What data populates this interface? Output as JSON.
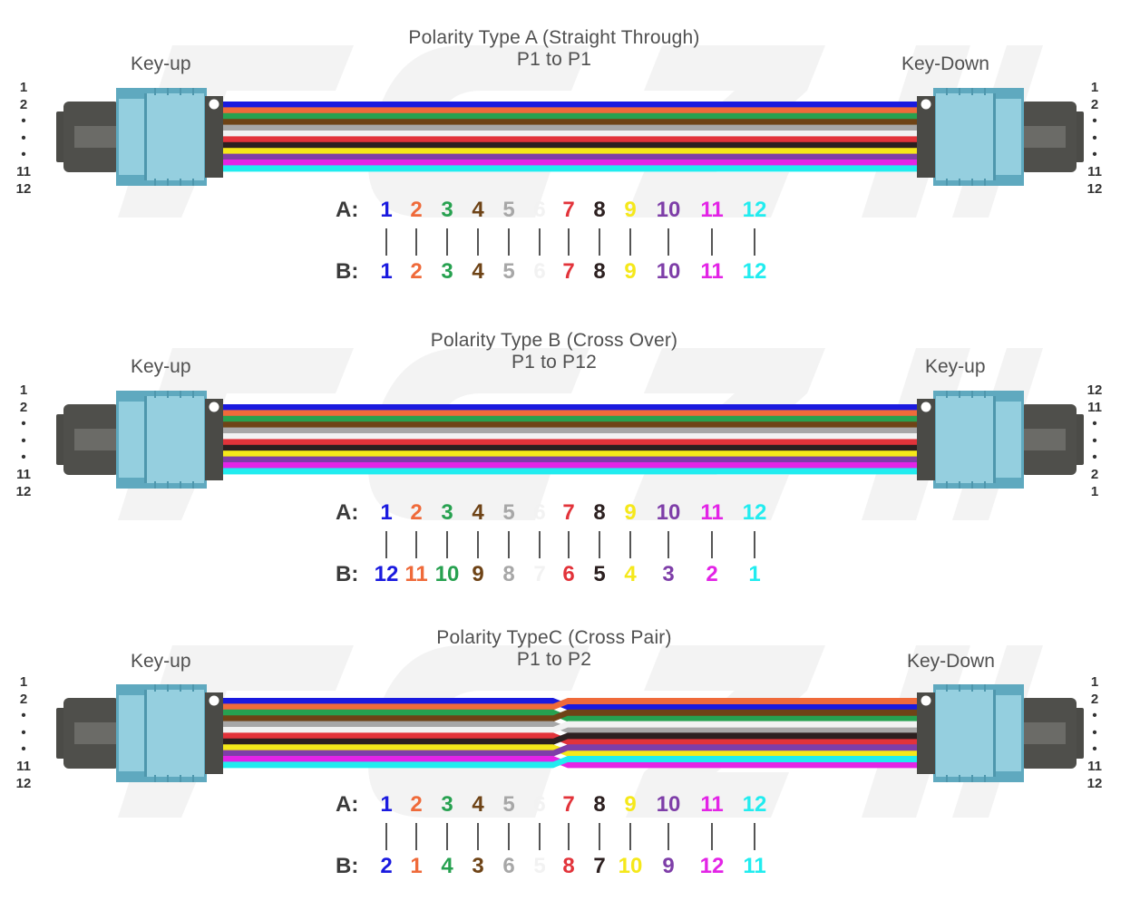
{
  "fiber_colors": [
    "#1a1adf",
    "#ef6a3a",
    "#27a150",
    "#6e4316",
    "#a7a7a7",
    "#f2f2f2",
    "#e2333a",
    "#2c2020",
    "#f5e81a",
    "#7e3ea8",
    "#e324e6",
    "#21ecef"
  ],
  "panels": [
    {
      "id": "type-a",
      "title_line1": "Polarity Type A  (Straight Through)",
      "title_line2": "P1 to P1",
      "left_key": "Key-up",
      "right_key": "Key-Down",
      "left_numbers": [
        "1",
        "2",
        "•",
        "•",
        "•",
        "11",
        "12"
      ],
      "right_numbers": [
        "1",
        "2",
        "•",
        "•",
        "•",
        "11",
        "12"
      ],
      "label_a": "A:",
      "label_b": "B:",
      "a_row": [
        "1",
        "2",
        "3",
        "4",
        "5",
        "6",
        "7",
        "8",
        "9",
        "10",
        "11",
        "12"
      ],
      "b_row": [
        "1",
        "2",
        "3",
        "4",
        "5",
        "6",
        "7",
        "8",
        "9",
        "10",
        "11",
        "12"
      ],
      "b_color_index": [
        0,
        1,
        2,
        3,
        4,
        5,
        6,
        7,
        8,
        9,
        10,
        11
      ],
      "right_fiber_order": [
        0,
        1,
        2,
        3,
        4,
        5,
        6,
        7,
        8,
        9,
        10,
        11
      ]
    },
    {
      "id": "type-b",
      "title_line1": "Polarity Type B  (Cross Over)",
      "title_line2": "P1 to P12",
      "left_key": "Key-up",
      "right_key": "Key-up",
      "left_numbers": [
        "1",
        "2",
        "•",
        "•",
        "•",
        "11",
        "12"
      ],
      "right_numbers": [
        "12",
        "11",
        "•",
        "•",
        "•",
        "2",
        "1"
      ],
      "label_a": "A:",
      "label_b": "B:",
      "a_row": [
        "1",
        "2",
        "3",
        "4",
        "5",
        "6",
        "7",
        "8",
        "9",
        "10",
        "11",
        "12"
      ],
      "b_row": [
        "12",
        "11",
        "10",
        "9",
        "8",
        "7",
        "6",
        "5",
        "4",
        "3",
        "2",
        "1"
      ],
      "b_color_index": [
        0,
        1,
        2,
        3,
        4,
        5,
        6,
        7,
        8,
        9,
        10,
        11
      ],
      "right_fiber_order": [
        0,
        1,
        2,
        3,
        4,
        5,
        6,
        7,
        8,
        9,
        10,
        11
      ]
    },
    {
      "id": "type-c",
      "title_line1": "Polarity TypeC  (Cross Pair)",
      "title_line2": "P1 to P2",
      "left_key": "Key-up",
      "right_key": "Key-Down",
      "left_numbers": [
        "1",
        "2",
        "•",
        "•",
        "•",
        "11",
        "12"
      ],
      "right_numbers": [
        "1",
        "2",
        "•",
        "•",
        "•",
        "11",
        "12"
      ],
      "label_a": "A:",
      "label_b": "B:",
      "a_row": [
        "1",
        "2",
        "3",
        "4",
        "5",
        "6",
        "7",
        "8",
        "9",
        "10",
        "11",
        "12"
      ],
      "b_row": [
        "2",
        "1",
        "4",
        "3",
        "6",
        "5",
        "8",
        "7",
        "10",
        "9",
        "12",
        "11"
      ],
      "b_color_index": [
        0,
        1,
        2,
        3,
        4,
        5,
        6,
        7,
        8,
        9,
        10,
        11
      ],
      "right_fiber_order": [
        1,
        0,
        3,
        2,
        5,
        4,
        7,
        6,
        9,
        8,
        11,
        10
      ]
    }
  ]
}
